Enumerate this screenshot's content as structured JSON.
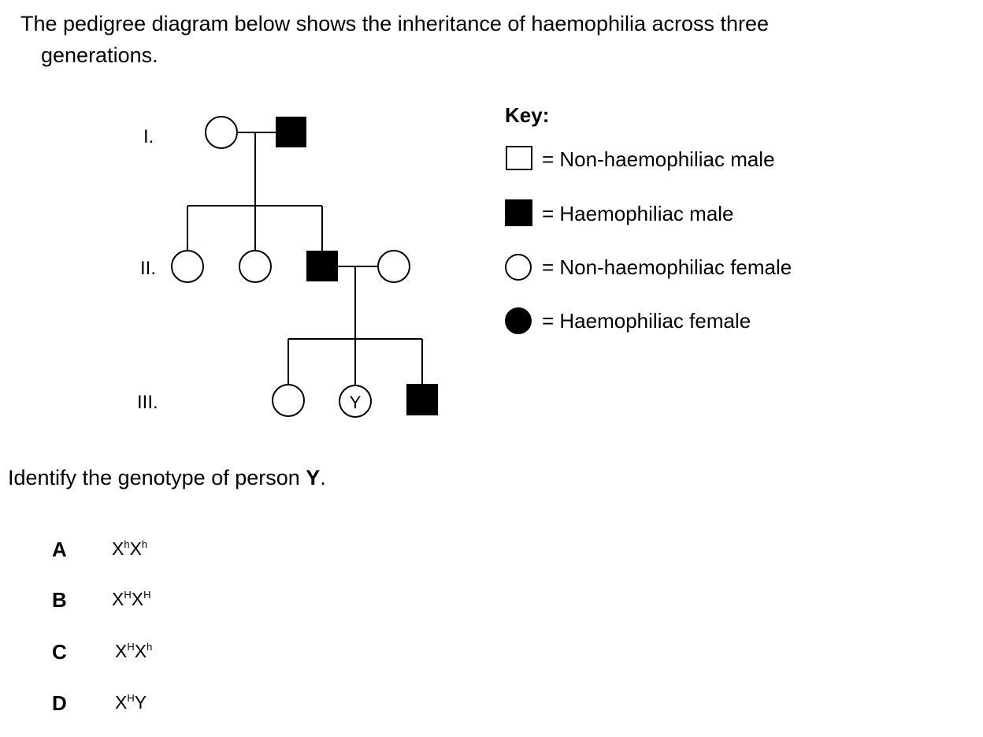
{
  "intro": {
    "line1": "The pedigree diagram below shows the inheritance of haemophilia across three",
    "line2": "generations."
  },
  "pedigree": {
    "generation_labels": [
      "I.",
      "II.",
      "III."
    ],
    "person_label": "Y"
  },
  "key": {
    "title": "Key:",
    "entries": [
      {
        "symbol": "square-outline",
        "text": "= Non-haemophiliac male"
      },
      {
        "symbol": "square-filled",
        "text": "= Haemophiliac male"
      },
      {
        "symbol": "circle-outline",
        "text": "= Non-haemophiliac female"
      },
      {
        "symbol": "circle-filled",
        "text": "= Haemophiliac female"
      }
    ]
  },
  "question": {
    "prefix": "Identify the genotype of person ",
    "person": "Y",
    "suffix": "."
  },
  "options": [
    {
      "letter": "A",
      "base1": "X",
      "sup1": "h",
      "base2": "X",
      "sup2": "h"
    },
    {
      "letter": "B",
      "base1": "X",
      "sup1": "H",
      "base2": "X",
      "sup2": "H"
    },
    {
      "letter": "C",
      "base1": "X",
      "sup1": "H",
      "base2": "X",
      "sup2": "h"
    },
    {
      "letter": "D",
      "base1": "X",
      "sup1": "H",
      "base2": "Y",
      "sup2": ""
    }
  ]
}
